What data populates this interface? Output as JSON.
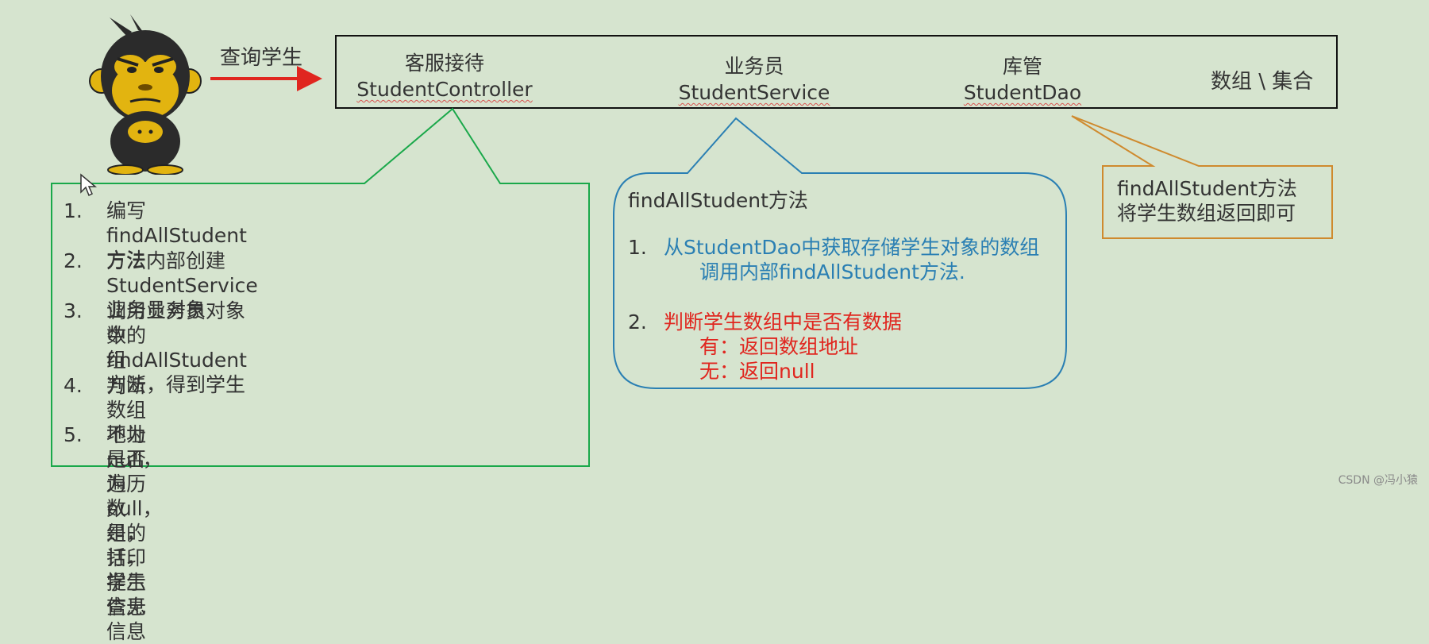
{
  "actor": {
    "label": "查询学生"
  },
  "roles": [
    {
      "title": "客服接待",
      "code": "StudentController"
    },
    {
      "title": "业务员",
      "code": "StudentService"
    },
    {
      "title": "库管",
      "code": "StudentDao"
    }
  ],
  "storage": "数组 \\ 集合",
  "controller_steps": [
    {
      "num": "1.",
      "line1": "编写findAllStudent方法",
      "line2": ""
    },
    {
      "num": "2.",
      "line1": "方法内部创建StudentService业务员对象",
      "line2": ""
    },
    {
      "num": "3.",
      "line1": "调用业务员对象中的findAllStudent方法，得到学生",
      "line2": "数组"
    },
    {
      "num": "4.",
      "line1": "判断数组地址是否为null，是的话，提示查无信息",
      "line2": ""
    },
    {
      "num": "5.",
      "line1": "不为null，遍历数组，打印学生信息",
      "line2": ""
    }
  ],
  "service_box": {
    "title": "findAllStudent方法",
    "step1": {
      "num": "1.",
      "line1": "从StudentDao中获取存储学生对象的数组",
      "line2": "调用内部findAllStudent方法."
    },
    "step2": {
      "num": "2.",
      "line1": "判断学生数组中是否有数据",
      "line2": "有：返回数组地址",
      "line3": "无：返回null"
    }
  },
  "dao_box": {
    "line1": "findAllStudent方法",
    "line2": "将学生数组返回即可"
  },
  "watermark": "CSDN @冯小猿",
  "colors": {
    "background": "#d6e4cf",
    "green": "#1aa84a",
    "blue": "#2a7fb3",
    "orange": "#cf8a2e",
    "red": "#e0261f",
    "dark": "#333333"
  }
}
